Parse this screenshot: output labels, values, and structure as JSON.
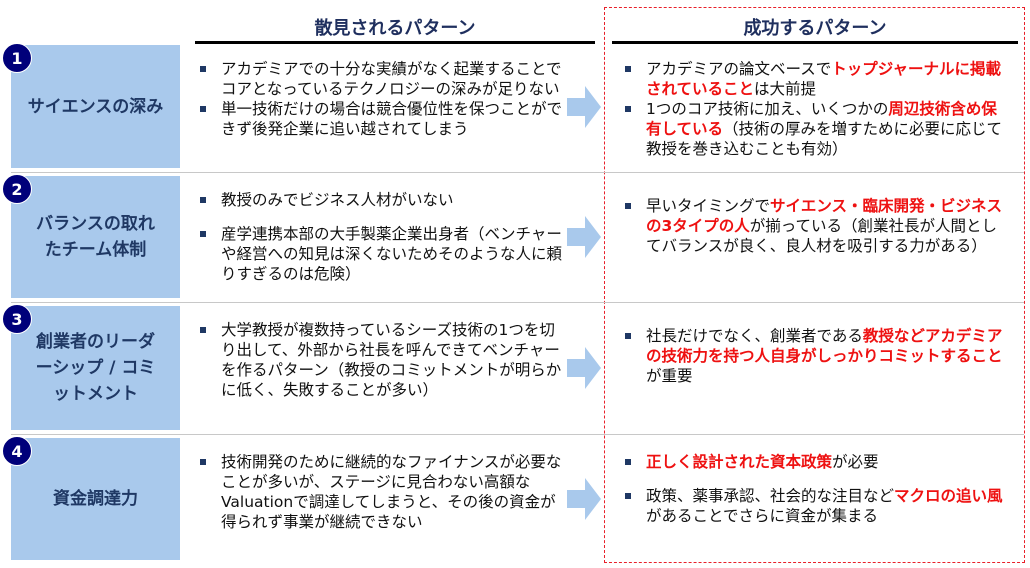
{
  "headers": {
    "left": "散見されるパターン",
    "right": "成功するパターン"
  },
  "colors": {
    "label_bg": "#a9c9ec",
    "label_text": "#1f3864",
    "number_badge": "#00007a",
    "highlight": "#ee1111",
    "success_border": "#e8202a",
    "arrow": "#a9c9ec"
  },
  "rows": [
    {
      "number": "1",
      "label": "サイエンスの深み",
      "common": [
        "アカデミアでの十分な実績がなく起業することでコアとなっているテクノロジーの深みが足りない",
        "単一技術だけの場合は競合優位性を保つことができず後発企業に追い越されてしまう"
      ],
      "success": [
        [
          {
            "t": "アカデミアの論文ベースで"
          },
          {
            "t": "トップジャーナルに掲載されていること",
            "red": true
          },
          {
            "t": "は大前提"
          }
        ],
        [
          {
            "t": "1つのコア技術に加え、いくつかの"
          },
          {
            "t": "周辺技術含め保有している",
            "red": true
          },
          {
            "t": "（技術の厚みを増すために必要に応じて教授を巻き込むことも有効）"
          }
        ]
      ]
    },
    {
      "number": "2",
      "label": "バランスの取れたチーム体制",
      "common": [
        "教授のみでビジネス人材がいない",
        "産学連携本部の大手製薬企業出身者（ベンチャーや経営への知見は深くないためそのような人に頼りすぎるのは危険）"
      ],
      "success": [
        [
          {
            "t": "早いタイミングで"
          },
          {
            "t": "サイエンス・臨床開発・ビジネスの3タイプの人",
            "red": true
          },
          {
            "t": "が揃っている（創業社長が人間としてバランスが良く、良人材を吸引する力がある）"
          }
        ]
      ]
    },
    {
      "number": "3",
      "label": "創業者のリーダーシップ / コミットメント",
      "common": [
        "大学教授が複数持っているシーズ技術の1つを切り出して、外部から社長を呼んできてベンチャーを作るパターン（教授のコミットメントが明らかに低く、失敗することが多い）"
      ],
      "success": [
        [
          {
            "t": "社長だけでなく、創業者である"
          },
          {
            "t": "教授などアカデミアの技術力を持つ人自身がしっかりコミットすること",
            "red": true
          },
          {
            "t": "が重要"
          }
        ]
      ]
    },
    {
      "number": "4",
      "label": "資金調達力",
      "common": [
        "技術開発のために継続的なファイナンスが必要なことが多いが、ステージに見合わない高額なValuationで調達してしまうと、その後の資金が得られず事業が継続できない"
      ],
      "success": [
        [
          {
            "t": "正しく設計された資本政策",
            "red": true
          },
          {
            "t": "が必要"
          }
        ],
        [
          {
            "t": "政策、薬事承認、社会的な注目など"
          },
          {
            "t": "マクロの追い風",
            "red": true
          },
          {
            "t": "があることでさらに資金が集まる"
          }
        ]
      ]
    }
  ]
}
